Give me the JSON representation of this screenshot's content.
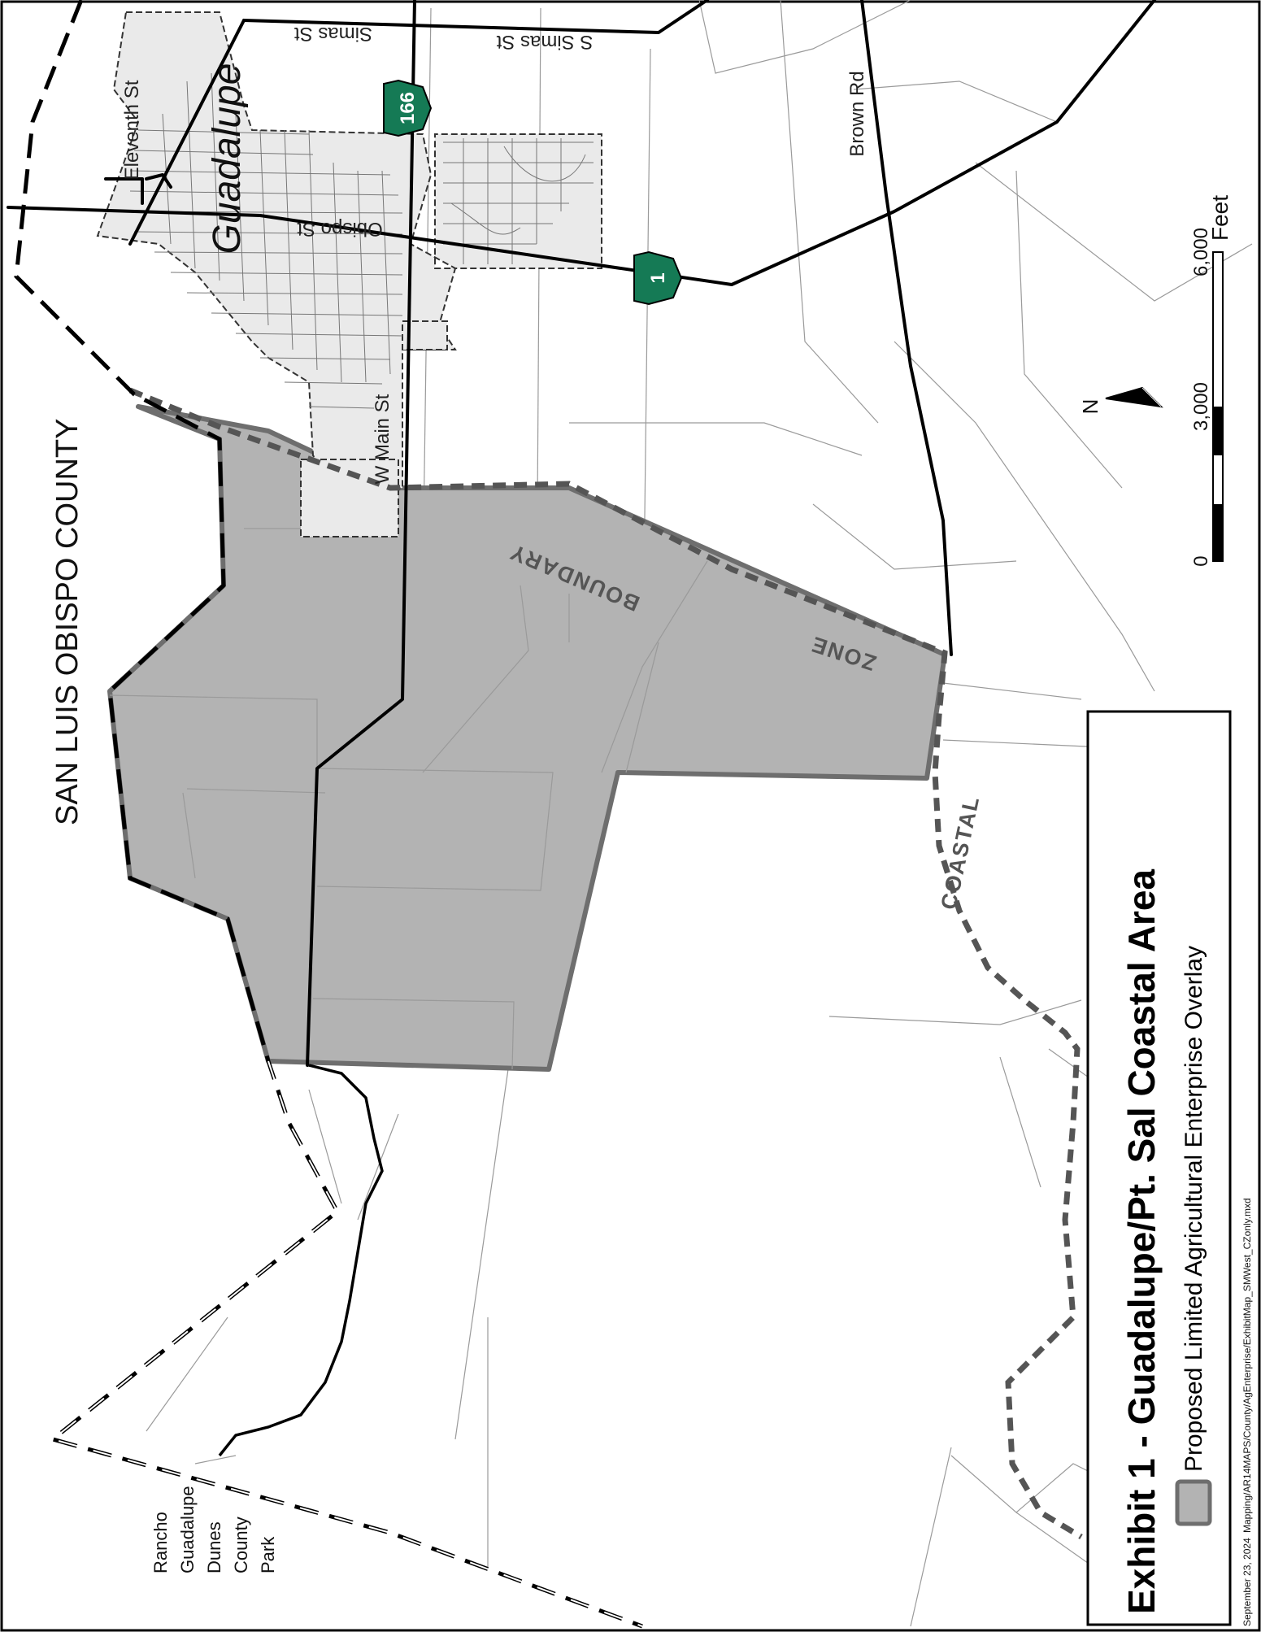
{
  "map": {
    "city_label": "Guadalupe",
    "county_label": "SAN LUIS OBISPO COUNTY",
    "boundary_label": "BOUNDARY",
    "zone_label": "ZONE",
    "coastal_label": "COASTAL",
    "park_label_lines": [
      "Rancho",
      "Guadalupe",
      "Dunes",
      "County",
      "Park"
    ],
    "roads": {
      "simas": "Simas St",
      "s_simas": "S Simas St",
      "eleventh": "Eleventh St",
      "obispo": "Obispo St",
      "w_main": "W Main St",
      "brown": "Brown Rd"
    },
    "shields": {
      "hwy166": "166",
      "hwy1": "1"
    },
    "north_arrow": "N",
    "scale": {
      "ticks": [
        "0",
        "3,000",
        "6,000"
      ],
      "unit": "Feet"
    },
    "colors": {
      "overlay_fill": "#b3b3b3",
      "overlay_stroke": "#6e6e6e",
      "shield": "#157a55",
      "city_fill": "#eaeaea"
    }
  },
  "legend": {
    "title": "Exhibit 1 - Guadalupe/Pt. Sal Coastal Area",
    "item_label": "Proposed Limited Agricultural Enterprise Overlay"
  },
  "footer": {
    "date": "September 23, 2024",
    "path": "Mapping/AR14MAPS/County/AgEnterprise/ExhibitMap_SMWest_CZonly.mxd"
  }
}
